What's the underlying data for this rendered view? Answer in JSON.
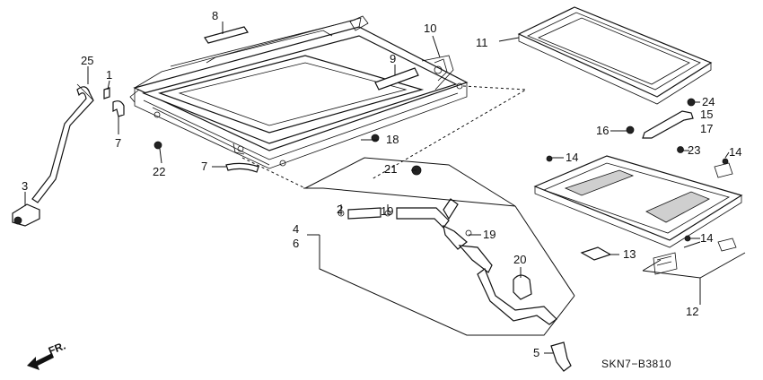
{
  "diagram": {
    "diagram_code": "SKN7−B3810",
    "direction_label": "FR.",
    "callouts": {
      "c1": "1",
      "c2": "2",
      "c3": "3",
      "c4": "4",
      "c5": "5",
      "c6": "6",
      "c7a": "7",
      "c7b": "7",
      "c8": "8",
      "c9": "9",
      "c10": "10",
      "c11": "11",
      "c12": "12",
      "c13": "13",
      "c14a": "14",
      "c14b": "14",
      "c14c": "14",
      "c15": "15",
      "c16": "16",
      "c17": "17",
      "c18": "18",
      "c19a": "19",
      "c19b": "19",
      "c20": "20",
      "c21": "21",
      "c22": "22",
      "c23": "23",
      "c24": "24",
      "c25": "25"
    }
  }
}
